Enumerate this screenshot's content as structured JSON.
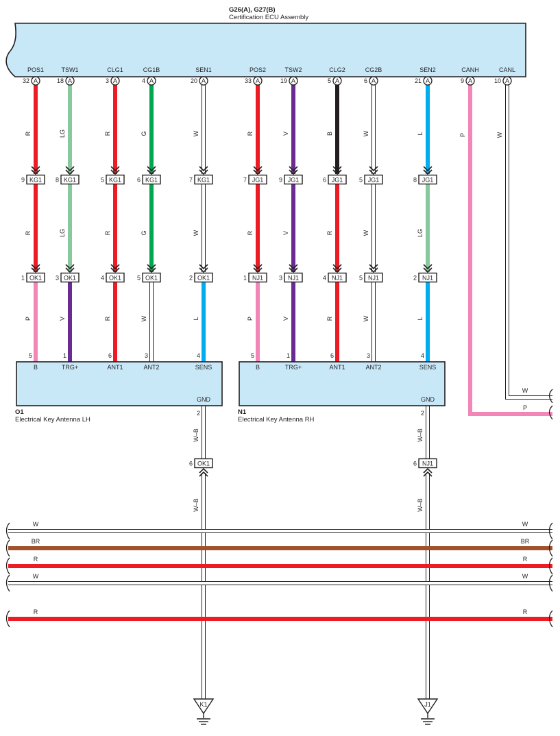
{
  "ecu": {
    "code": "G26(A), G27(B)",
    "name": "Certification ECU Assembly",
    "pins": [
      {
        "pin": "32",
        "conn": "A",
        "name": "POS1"
      },
      {
        "pin": "18",
        "conn": "A",
        "name": "TSW1"
      },
      {
        "pin": "3",
        "conn": "A",
        "name": "CLG1"
      },
      {
        "pin": "4",
        "conn": "A",
        "name": "CG1B"
      },
      {
        "pin": "20",
        "conn": "A",
        "name": "SEN1"
      },
      {
        "pin": "33",
        "conn": "A",
        "name": "POS2"
      },
      {
        "pin": "19",
        "conn": "A",
        "name": "TSW2"
      },
      {
        "pin": "5",
        "conn": "A",
        "name": "CLG2"
      },
      {
        "pin": "6",
        "conn": "A",
        "name": "CG2B"
      },
      {
        "pin": "21",
        "conn": "A",
        "name": "SEN2"
      },
      {
        "pin": "9",
        "conn": "A",
        "name": "CANH"
      },
      {
        "pin": "10",
        "conn": "A",
        "name": "CANL"
      }
    ]
  },
  "colors": {
    "R": "#ed1c24",
    "LG": "#87c99d",
    "G": "#00a650",
    "W": "#ffffff",
    "V": "#6a2c91",
    "B": "#231f20",
    "L": "#00aeef",
    "P": "#f287b7",
    "BR": "#a0522d",
    "W-B": "#ffffff",
    "box_fill": "#c8e8f8",
    "outline": "#231f20"
  },
  "circuits": [
    {
      "seg1": "R",
      "j1": {
        "pin": "9",
        "conn": "KG1"
      },
      "seg2": "R",
      "j2": {
        "pin": "1",
        "conn": "OK1"
      },
      "seg3": "P",
      "dpin": "5",
      "dname": "B"
    },
    {
      "seg1": "LG",
      "j1": {
        "pin": "8",
        "conn": "KG1"
      },
      "seg2": "LG",
      "j2": {
        "pin": "3",
        "conn": "OK1"
      },
      "seg3": "V",
      "dpin": "1",
      "dname": "TRG+"
    },
    {
      "seg1": "R",
      "j1": {
        "pin": "5",
        "conn": "KG1"
      },
      "seg2": "R",
      "j2": {
        "pin": "4",
        "conn": "OK1"
      },
      "seg3": "R",
      "dpin": "6",
      "dname": "ANT1"
    },
    {
      "seg1": "G",
      "j1": {
        "pin": "6",
        "conn": "KG1"
      },
      "seg2": "G",
      "j2": {
        "pin": "5",
        "conn": "OK1"
      },
      "seg3": "W",
      "dpin": "3",
      "dname": "ANT2"
    },
    {
      "seg1": "W",
      "j1": {
        "pin": "7",
        "conn": "KG1"
      },
      "seg2": "W",
      "j2": {
        "pin": "2",
        "conn": "OK1"
      },
      "seg3": "L",
      "dpin": "4",
      "dname": "SENS"
    },
    {
      "seg1": "R",
      "j1": {
        "pin": "7",
        "conn": "JG1"
      },
      "seg2": "R",
      "j2": {
        "pin": "1",
        "conn": "NJ1"
      },
      "seg3": "P",
      "dpin": "5",
      "dname": "B"
    },
    {
      "seg1": "V",
      "j1": {
        "pin": "9",
        "conn": "JG1"
      },
      "seg2": "V",
      "j2": {
        "pin": "3",
        "conn": "NJ1"
      },
      "seg3": "V",
      "dpin": "1",
      "dname": "TRG+"
    },
    {
      "seg1": "B",
      "j1": {
        "pin": "6",
        "conn": "JG1"
      },
      "seg2": "R",
      "j2": {
        "pin": "4",
        "conn": "NJ1"
      },
      "seg3": "R",
      "dpin": "6",
      "dname": "ANT1"
    },
    {
      "seg1": "W",
      "j1": {
        "pin": "5",
        "conn": "JG1"
      },
      "seg2": "W",
      "j2": {
        "pin": "5",
        "conn": "NJ1"
      },
      "seg3": "W",
      "dpin": "3",
      "dname": "ANT2"
    },
    {
      "seg1": "L",
      "j1": {
        "pin": "8",
        "conn": "JG1"
      },
      "seg2": "LG",
      "j2": {
        "pin": "2",
        "conn": "NJ1"
      },
      "seg3": "L",
      "dpin": "4",
      "dname": "SENS"
    }
  ],
  "can": [
    {
      "wire": "P",
      "label": "P"
    },
    {
      "wire": "W",
      "label": "W"
    }
  ],
  "antennas": [
    {
      "code": "O1",
      "name": "Electrical Key Antenna LH",
      "gnd_label": "GND",
      "gnd_pin": "2",
      "gnd_wire": "W–B",
      "gnd_wire2": "W–B",
      "j_pin": "6",
      "j_conn": "OK1",
      "ground": "K1"
    },
    {
      "code": "N1",
      "name": "Electrical Key Antenna RH",
      "gnd_label": "GND",
      "gnd_pin": "2",
      "gnd_wire": "W–B",
      "gnd_wire2": "W–B",
      "j_pin": "6",
      "j_conn": "NJ1",
      "ground": "J1"
    }
  ],
  "buses": [
    {
      "color": "W",
      "left": "W",
      "right": "W"
    },
    {
      "color": "BR",
      "left": "BR",
      "right": "BR"
    },
    {
      "color": "R",
      "left": "R",
      "right": "R"
    },
    {
      "color": "W",
      "left": "W",
      "right": "W"
    },
    {
      "color": "R",
      "left": "R",
      "right": "R"
    }
  ]
}
